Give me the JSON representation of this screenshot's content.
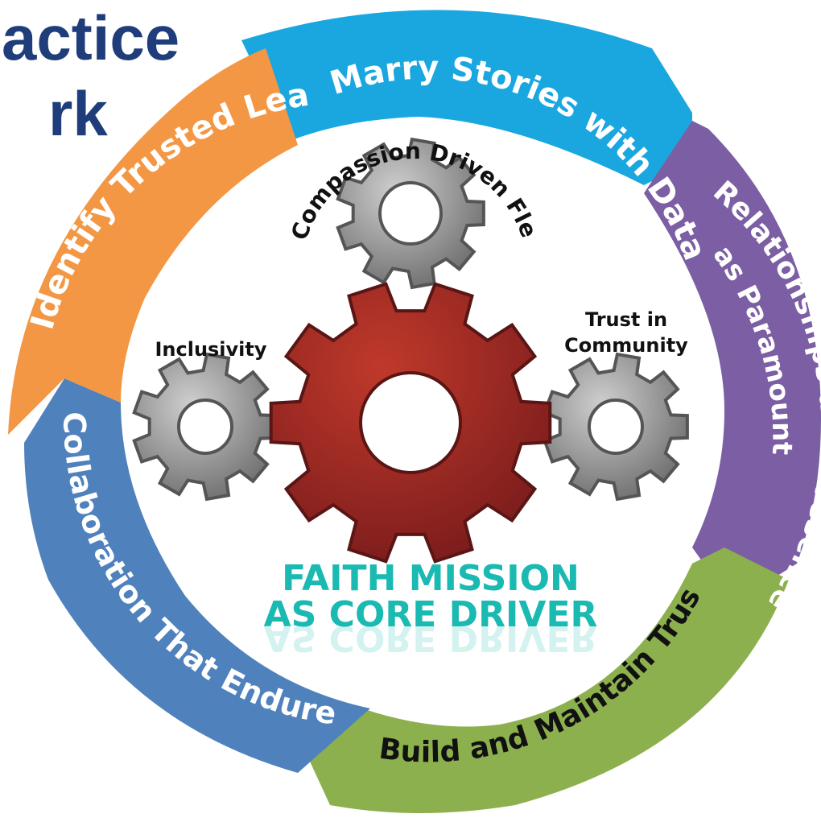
{
  "title": {
    "line1": "actice",
    "line2": "rk"
  },
  "cycle": {
    "segments": [
      {
        "label": "Marry Stories with Data",
        "color": "#1aa7e0"
      },
      {
        "label": "Relationships and Presence",
        "label2": "as Paramount",
        "color": "#7b5ea3"
      },
      {
        "label": "Build and Maintain Trust",
        "color": "#8db04e"
      },
      {
        "label": "Collaboration That Endures",
        "color": "#4f81bd"
      },
      {
        "label": "Identify Trusted Leaders",
        "color": "#f39744"
      }
    ]
  },
  "gears": {
    "top": {
      "label": "Compassion Driven Flexibility",
      "color": "#9a9a9a"
    },
    "left": {
      "label": "Inclusivity",
      "color": "#9a9a9a"
    },
    "right": {
      "label1": "Trust in",
      "label2": "Community",
      "color": "#9a9a9a"
    },
    "center": {
      "color": "#a52a2a"
    }
  },
  "core": {
    "line1": "FAITH MISSION",
    "line2": "AS CORE DRIVER",
    "color": "#1ab9b1"
  }
}
